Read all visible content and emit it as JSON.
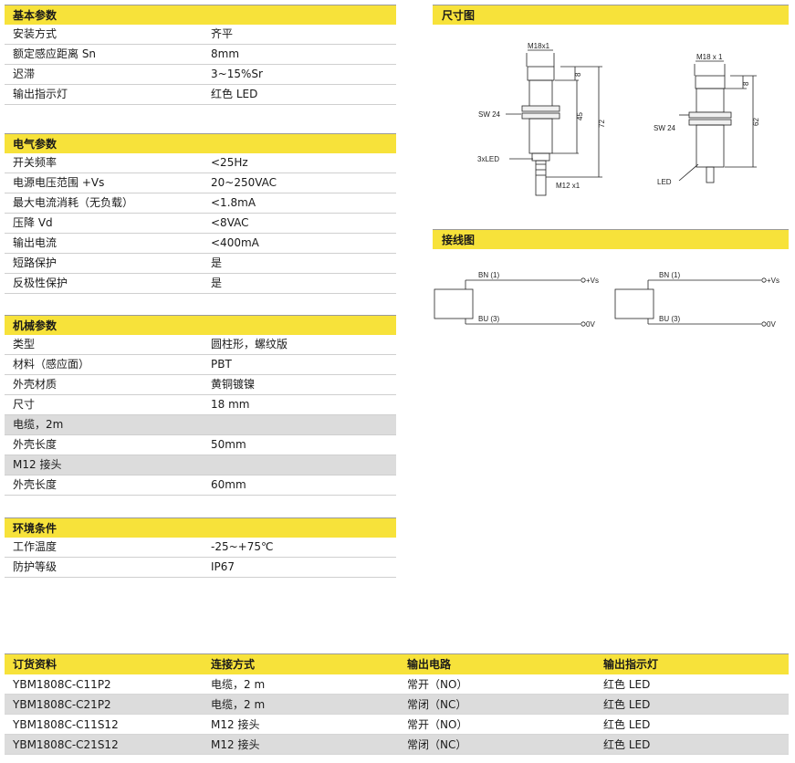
{
  "basic": {
    "title": "基本参数",
    "rows": [
      {
        "k": "安装方式",
        "v": "齐平"
      },
      {
        "k": "额定感应距离 Sn",
        "v": "8mm"
      },
      {
        "k": "迟滞",
        "v": "3~15%Sr"
      },
      {
        "k": "输出指示灯",
        "v": "红色 LED"
      }
    ]
  },
  "electrical": {
    "title": "电气参数",
    "rows": [
      {
        "k": "开关频率",
        "v": "<25Hz"
      },
      {
        "k": "电源电压范围 +Vs",
        "v": "20~250VAC"
      },
      {
        "k": "最大电流消耗（无负载）",
        "v": "<1.8mA"
      },
      {
        "k": "压降 Vd",
        "v": "<8VAC"
      },
      {
        "k": "输出电流",
        "v": "<400mA"
      },
      {
        "k": "短路保护",
        "v": "是"
      },
      {
        "k": "反极性保护",
        "v": "是"
      }
    ]
  },
  "mechanical": {
    "title": "机械参数",
    "rows": [
      {
        "k": "类型",
        "v": "圆柱形，螺纹版"
      },
      {
        "k": "材料（感应面）",
        "v": "PBT"
      },
      {
        "k": "外壳材质",
        "v": "黄铜镀镍"
      },
      {
        "k": "尺寸",
        "v": "18 mm"
      },
      {
        "k": "电缆，2m",
        "v": "",
        "sub": true
      },
      {
        "k": "外壳长度",
        "v": "50mm"
      },
      {
        "k": "M12 接头",
        "v": "",
        "sub": true
      },
      {
        "k": "外壳长度",
        "v": "60mm"
      }
    ]
  },
  "environment": {
    "title": "环境条件",
    "rows": [
      {
        "k": "工作温度",
        "v": "-25~+75℃"
      },
      {
        "k": "防护等级",
        "v": "IP67"
      }
    ]
  },
  "dimensions": {
    "title": "尺寸图",
    "left": {
      "top_thread": "M18x1",
      "sw": "SW 24",
      "led": "3xLED",
      "bottom_thread": "M12 x1",
      "d8": "8",
      "d45": "45",
      "d72": "72"
    },
    "right": {
      "top_thread": "M18 x 1",
      "sw": "SW 24",
      "led": "LED",
      "d8": "8",
      "d62": "62"
    }
  },
  "wiring": {
    "title": "接线图",
    "bn": "BN (1)",
    "bu": "BU (3)",
    "vs": "+Vs",
    "zero": "0V"
  },
  "order": {
    "headers": [
      "订货资料",
      "连接方式",
      "输出电路",
      "输出指示灯"
    ],
    "rows": [
      [
        "YBM1808C-C11P2",
        "电缆，2 m",
        "常开（NO）",
        "红色 LED"
      ],
      [
        "YBM1808C-C21P2",
        "电缆，2 m",
        "常闭（NC）",
        "红色 LED"
      ],
      [
        "YBM1808C-C11S12",
        "M12 接头",
        "常开（NO）",
        "红色 LED"
      ],
      [
        "YBM1808C-C21S12",
        "M12 接头",
        "常闭（NC）",
        "红色 LED"
      ]
    ]
  },
  "colors": {
    "header_yellow": "#f7e23a",
    "row_gray": "#dcdcdc"
  }
}
